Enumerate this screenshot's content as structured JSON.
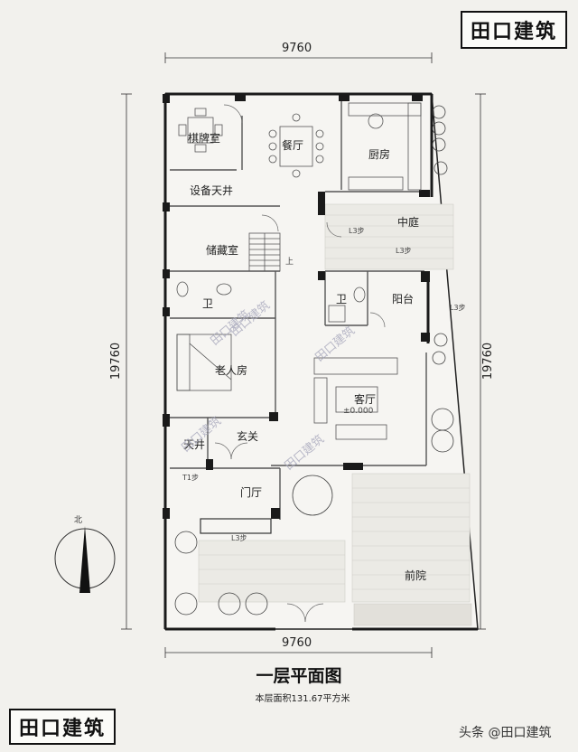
{
  "brand": {
    "stamp_top": "田口建筑",
    "stamp_bottom": "田口建筑"
  },
  "dimensions": {
    "top": "9760",
    "bottom": "9760",
    "left": "19760",
    "right": "19760"
  },
  "rooms": {
    "chess_room": "棋牌室",
    "dining": "餐厅",
    "kitchen": "厨房",
    "equipment_shaft": "设备天井",
    "courtyard": "中庭",
    "storage": "储藏室",
    "bath_1": "卫",
    "bath_2": "卫",
    "balcony": "阳台",
    "elder_room": "老人房",
    "living_room": "客厅",
    "light_well": "天井",
    "entry": "玄关",
    "foyer": "门厅",
    "front_yard": "前院"
  },
  "annotations": {
    "step_courtyard": "L3步",
    "step_courtyard_2": "L3步",
    "step_balcony": "L3步",
    "step_foyer": "L3步",
    "step_well": "T1步",
    "elevation": "±0.000",
    "stair_up": "上",
    "north": "北"
  },
  "title": "一层平面图",
  "subtitle": "本层面积131.67平方米",
  "watermarks": [
    "田口建筑",
    "田口建筑",
    "田口建筑",
    "田口建筑",
    "田口建筑"
  ],
  "credit": "头条 @田口建筑",
  "colors": {
    "wall": "#1a1a1a",
    "line": "#555555",
    "paper": "#f2f1ed",
    "paving": "#d8d6d0",
    "watermark": "#a9a9bd"
  }
}
